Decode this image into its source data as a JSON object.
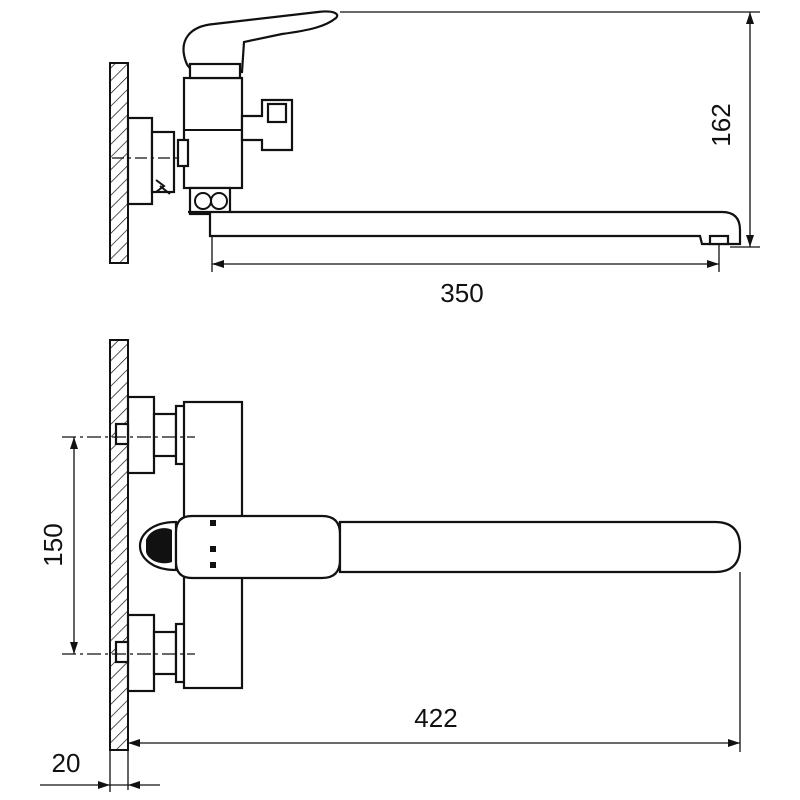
{
  "dimensions": {
    "side_height": "162",
    "side_spout_length": "350",
    "front_inlet_spacing": "150",
    "front_total_length": "422",
    "front_wall_thickness": "20"
  },
  "colors": {
    "line": "#111111",
    "background": "#ffffff"
  }
}
